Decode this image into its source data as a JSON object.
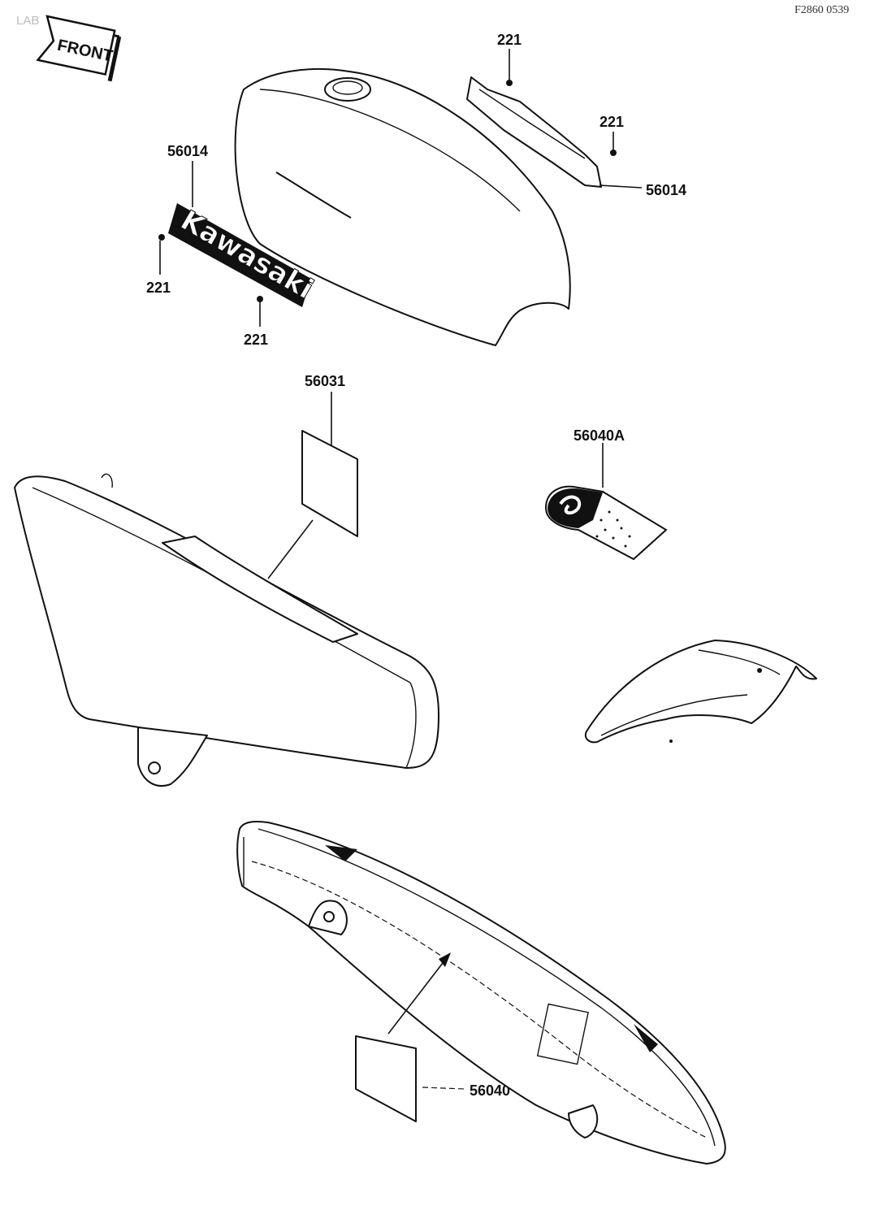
{
  "header": {
    "corner_text": "LAB",
    "reference_code": "F2860 0539",
    "front_badge": "FRONT"
  },
  "tank_emblem": {
    "brand_text": "Kawasaki",
    "part_no": "56014"
  },
  "callouts": {
    "screw_a": "221",
    "screw_b": "221",
    "screw_c": "221",
    "screw_d": "221",
    "right_emblem": "56014",
    "side_cover_label": "56031",
    "warning_label": "56040A",
    "chain_case_label": "56040"
  }
}
